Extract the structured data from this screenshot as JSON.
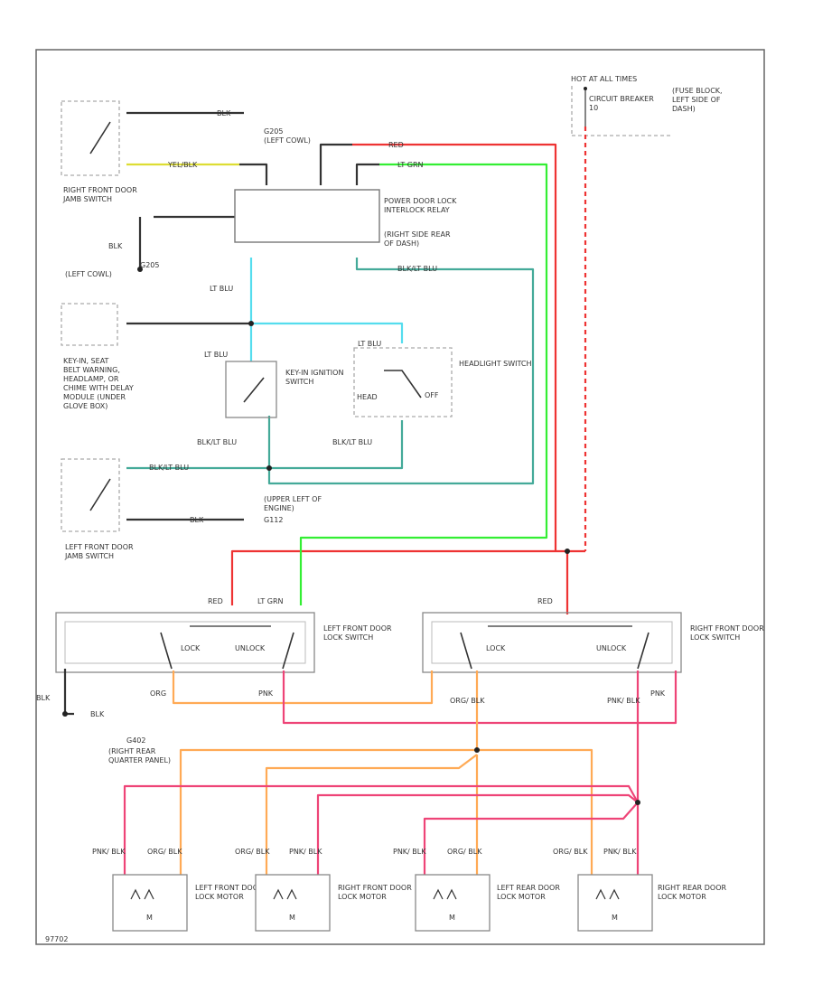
{
  "wire_colors": {
    "black": "#333333",
    "red": "#ee3333",
    "light_green": "#33ee33",
    "light_blue": "#55ddee",
    "black_light_blue": "#44aa99",
    "orange": "#ffaa55",
    "pink_black": "#ee4477",
    "yellow_black": "#dddd33"
  },
  "labels": {
    "hot_at_all_times": "HOT AT ALL TIMES",
    "circuit_breaker": "CIRCUIT BREAKER 10",
    "fuse_block": "(FUSE BLOCK, LEFT SIDE OF DASH)",
    "g205": "G205",
    "g205_loc": "(LEFT COWL)",
    "blk": "BLK",
    "yel_blk": "YEL/BLK",
    "red": "RED",
    "lt_grn": "LT GRN",
    "lt_blu": "LT BLU",
    "blk_lt_blu": "BLK/LT BLU",
    "relay_name": "POWER DOOR LOCK INTERLOCK RELAY",
    "relay_loc": "(RIGHT SIDE REAR OF DASH)",
    "rf_jamb": "RIGHT FRONT DOOR JAMB SWITCH",
    "lf_jamb": "LEFT FRONT DOOR JAMB SWITCH",
    "key_module": "KEY-IN, SEAT BELT WARNING, HEADLAMP, OR CHIME WITH DELAY MODULE (UNDER GLOVE BOX)",
    "key_in_switch": "KEY-IN IGNITION SWITCH",
    "headlight_switch": "HEADLIGHT SWITCH",
    "head": "HEAD",
    "off": "OFF",
    "upper_left_engine": "(UPPER LEFT OF ENGINE)",
    "g112": "G112",
    "lf_lock_switch": "LEFT FRONT DOOR LOCK SWITCH",
    "rf_lock_switch": "RIGHT FRONT DOOR LOCK SWITCH",
    "lock": "LOCK",
    "unlock": "UNLOCK",
    "org": "ORG",
    "pnk": "PNK",
    "org_blk": "ORG/ BLK",
    "pnk_blk": "PNK/ BLK",
    "g402": "G402",
    "g402_loc": "(RIGHT REAR QUARTER PANEL)",
    "lf_motor": "LEFT FRONT DOOR LOCK MOTOR",
    "rf_motor": "RIGHT FRONT DOOR LOCK MOTOR",
    "lr_motor": "LEFT REAR DOOR LOCK MOTOR",
    "rr_motor": "RIGHT REAR DOOR LOCK MOTOR",
    "motor_m": "M",
    "corner_code": "97702"
  }
}
